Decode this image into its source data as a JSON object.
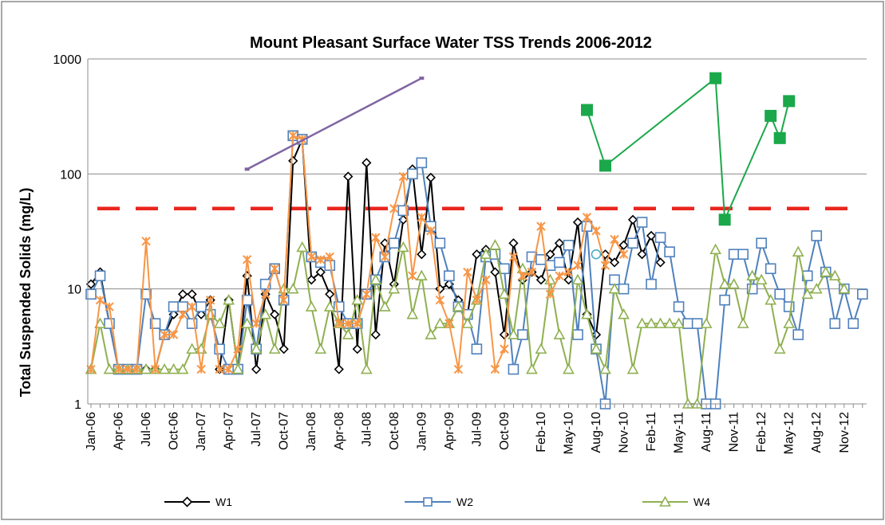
{
  "chart_data": {
    "type": "line",
    "title": "Mount Pleasant Surface Water TSS Trends 2006-2012",
    "ylabel": "Total Suspended Solids (mg/L)",
    "xlabel": "",
    "yscale": "log",
    "ylim": [
      1,
      1000
    ],
    "yticks": [
      "1",
      "10",
      "100",
      "1000"
    ],
    "yticks_values": [
      1,
      10,
      100,
      1000
    ],
    "xlim": [
      0,
      83
    ],
    "x_tick_labels": [
      "Jan-06",
      "Apr-06",
      "Jul-06",
      "Oct-06",
      "Jan-07",
      "Apr-07",
      "Jul-07",
      "Oct-07",
      "Jan-08",
      "Apr-08",
      "Jul-08",
      "Oct-08",
      "Jan-09",
      "Apr-09",
      "Jul-09",
      "Oct-09",
      "Feb-10",
      "May-10",
      "Aug-10",
      "Nov-10",
      "Feb-11",
      "May-11",
      "Aug-11",
      "Nov-11",
      "Feb-12",
      "May-12",
      "Aug-12",
      "Nov-12"
    ],
    "x_tick_positions": [
      0,
      3,
      6,
      9,
      12,
      15,
      18,
      21,
      24,
      27,
      30,
      33,
      36,
      39,
      42,
      45,
      49,
      52,
      55,
      58,
      61,
      64,
      67,
      70,
      73,
      76,
      79,
      82
    ],
    "grid": true,
    "legend": "bottom",
    "colors": {
      "w1": "#000000",
      "w2": "#4f81bd",
      "w4": "#8fb050",
      "orange": "#f79646",
      "purple": "#8064a2",
      "green": "#1aa84a",
      "threshold": "#e8261e"
    },
    "threshold": {
      "value": 50,
      "color": "#e8261e"
    },
    "series": [
      {
        "name": "W1",
        "color": "#000000",
        "marker": "diamond",
        "points": [
          [
            0,
            11
          ],
          [
            1,
            14
          ],
          [
            2,
            5
          ],
          [
            3,
            2
          ],
          [
            4,
            2
          ],
          [
            5,
            2
          ],
          [
            6,
            2
          ],
          [
            7,
            2
          ],
          [
            8,
            4
          ],
          [
            9,
            6
          ],
          [
            10,
            9
          ],
          [
            11,
            9
          ],
          [
            12,
            6
          ],
          [
            13,
            8
          ],
          [
            14,
            2
          ],
          [
            15,
            8
          ],
          [
            16,
            2
          ],
          [
            17,
            13
          ],
          [
            18,
            2
          ],
          [
            19,
            9
          ],
          [
            20,
            6
          ],
          [
            21,
            3
          ],
          [
            22,
            130
          ],
          [
            23,
            200
          ],
          [
            24,
            12
          ],
          [
            25,
            14
          ],
          [
            26,
            9
          ],
          [
            27,
            2
          ],
          [
            28,
            95
          ],
          [
            29,
            3
          ],
          [
            30,
            125
          ],
          [
            31,
            4
          ],
          [
            32,
            25
          ],
          [
            33,
            11
          ],
          [
            34,
            40
          ],
          [
            35,
            110
          ],
          [
            36,
            20
          ],
          [
            37,
            93
          ],
          [
            38,
            10
          ],
          [
            39,
            11
          ],
          [
            40,
            8
          ],
          [
            41,
            6
          ],
          [
            42,
            20
          ],
          [
            43,
            22
          ],
          [
            44,
            14
          ],
          [
            45,
            4
          ],
          [
            46,
            25
          ],
          [
            47,
            12
          ],
          [
            48,
            14
          ],
          [
            49,
            12
          ],
          [
            50,
            20
          ],
          [
            51,
            25
          ],
          [
            52,
            12
          ],
          [
            53,
            38
          ],
          [
            54,
            6
          ],
          [
            55,
            4
          ],
          [
            56,
            20
          ],
          [
            57,
            17
          ],
          [
            58,
            24
          ],
          [
            59,
            40
          ],
          [
            60,
            20
          ],
          [
            61,
            29
          ],
          [
            62,
            17
          ]
        ]
      },
      {
        "name": "W2",
        "color": "#4f81bd",
        "marker": "square",
        "points": [
          [
            0,
            9
          ],
          [
            1,
            13
          ],
          [
            2,
            5
          ],
          [
            3,
            2
          ],
          [
            4,
            2
          ],
          [
            5,
            2
          ],
          [
            6,
            9
          ],
          [
            7,
            5
          ],
          [
            8,
            4
          ],
          [
            9,
            7
          ],
          [
            10,
            7
          ],
          [
            11,
            5
          ],
          [
            12,
            7
          ],
          [
            13,
            6
          ],
          [
            14,
            3
          ],
          [
            15,
            2
          ],
          [
            16,
            2
          ],
          [
            17,
            8
          ],
          [
            18,
            3
          ],
          [
            19,
            11
          ],
          [
            20,
            15
          ],
          [
            21,
            8
          ],
          [
            22,
            215
          ],
          [
            23,
            200
          ],
          [
            24,
            19
          ],
          [
            25,
            17
          ],
          [
            26,
            16
          ],
          [
            27,
            7
          ],
          [
            28,
            5
          ],
          [
            29,
            5
          ],
          [
            30,
            9
          ],
          [
            31,
            12
          ],
          [
            32,
            19
          ],
          [
            33,
            25
          ],
          [
            34,
            48
          ],
          [
            35,
            100
          ],
          [
            36,
            125
          ],
          [
            37,
            35
          ],
          [
            38,
            25
          ],
          [
            39,
            13
          ],
          [
            40,
            7
          ],
          [
            41,
            6
          ],
          [
            42,
            3
          ],
          [
            43,
            19
          ],
          [
            44,
            20
          ],
          [
            45,
            15
          ],
          [
            46,
            2
          ],
          [
            47,
            4
          ],
          [
            48,
            19
          ],
          [
            49,
            18
          ],
          [
            50,
            16
          ],
          [
            51,
            17
          ],
          [
            52,
            24
          ],
          [
            53,
            4
          ],
          [
            54,
            35
          ],
          [
            55,
            3
          ],
          [
            56,
            1
          ],
          [
            57,
            12
          ],
          [
            58,
            10
          ],
          [
            59,
            25
          ],
          [
            60,
            38
          ],
          [
            61,
            11
          ],
          [
            62,
            28
          ],
          [
            63,
            21
          ],
          [
            64,
            7
          ],
          [
            65,
            5
          ],
          [
            66,
            5
          ],
          [
            67,
            1
          ],
          [
            68,
            1
          ],
          [
            69,
            8
          ],
          [
            70,
            20
          ],
          [
            71,
            20
          ],
          [
            72,
            10
          ],
          [
            73,
            25
          ],
          [
            74,
            15
          ],
          [
            75,
            9
          ],
          [
            76,
            7
          ],
          [
            77,
            4
          ],
          [
            78,
            13
          ],
          [
            79,
            29
          ],
          [
            80,
            14
          ],
          [
            81,
            5
          ],
          [
            82,
            10
          ],
          [
            83,
            5
          ],
          [
            84,
            9
          ]
        ]
      },
      {
        "name": "W4",
        "color": "#8fb050",
        "marker": "triangle",
        "points": [
          [
            0,
            2
          ],
          [
            1,
            5
          ],
          [
            2,
            2
          ],
          [
            3,
            2
          ],
          [
            4,
            2
          ],
          [
            5,
            2
          ],
          [
            6,
            2
          ],
          [
            7,
            2
          ],
          [
            8,
            2
          ],
          [
            9,
            2
          ],
          [
            10,
            2
          ],
          [
            11,
            3
          ],
          [
            12,
            3
          ],
          [
            13,
            6
          ],
          [
            14,
            5
          ],
          [
            15,
            8
          ],
          [
            16,
            2
          ],
          [
            17,
            5
          ],
          [
            18,
            3
          ],
          [
            19,
            6
          ],
          [
            20,
            3
          ],
          [
            21,
            10
          ],
          [
            22,
            10
          ],
          [
            23,
            23
          ],
          [
            24,
            7
          ],
          [
            25,
            3
          ],
          [
            26,
            7
          ],
          [
            27,
            5
          ],
          [
            28,
            4
          ],
          [
            29,
            8
          ],
          [
            30,
            2
          ],
          [
            31,
            12
          ],
          [
            32,
            7
          ],
          [
            33,
            10
          ],
          [
            34,
            23
          ],
          [
            35,
            6
          ],
          [
            36,
            13
          ],
          [
            37,
            4
          ],
          [
            38,
            5
          ],
          [
            39,
            5
          ],
          [
            40,
            7
          ],
          [
            41,
            5
          ],
          [
            42,
            8
          ],
          [
            43,
            20
          ],
          [
            44,
            24
          ],
          [
            45,
            9
          ],
          [
            46,
            4
          ],
          [
            47,
            15
          ],
          [
            48,
            2
          ],
          [
            49,
            3
          ],
          [
            50,
            12
          ],
          [
            51,
            4
          ],
          [
            52,
            2
          ],
          [
            53,
            12
          ],
          [
            54,
            6
          ],
          [
            55,
            3
          ],
          [
            56,
            2
          ],
          [
            57,
            10
          ],
          [
            58,
            6
          ],
          [
            59,
            2
          ],
          [
            60,
            5
          ],
          [
            61,
            5
          ],
          [
            62,
            5
          ],
          [
            63,
            5
          ],
          [
            64,
            5
          ],
          [
            65,
            1
          ],
          [
            66,
            1
          ],
          [
            67,
            5
          ],
          [
            68,
            22
          ],
          [
            69,
            11
          ],
          [
            70,
            11
          ],
          [
            71,
            5
          ],
          [
            72,
            13
          ],
          [
            73,
            12
          ],
          [
            74,
            8
          ],
          [
            75,
            3
          ],
          [
            76,
            5
          ],
          [
            77,
            21
          ],
          [
            78,
            9
          ],
          [
            79,
            10
          ],
          [
            80,
            14
          ],
          [
            81,
            13
          ],
          [
            82,
            10
          ]
        ]
      },
      {
        "name": "",
        "color": "#f79646",
        "marker": "asterisk",
        "points": [
          [
            0,
            2
          ],
          [
            1,
            8
          ],
          [
            2,
            7
          ],
          [
            3,
            2
          ],
          [
            4,
            2
          ],
          [
            5,
            2
          ],
          [
            6,
            26
          ],
          [
            7,
            2
          ],
          [
            8,
            4
          ],
          [
            9,
            4
          ],
          [
            10,
            6
          ],
          [
            11,
            7
          ],
          [
            12,
            2
          ],
          [
            13,
            8
          ],
          [
            14,
            2
          ],
          [
            15,
            2
          ],
          [
            16,
            3
          ],
          [
            17,
            18
          ],
          [
            18,
            5
          ],
          [
            19,
            9
          ],
          [
            20,
            15
          ],
          [
            21,
            8
          ],
          [
            22,
            215
          ],
          [
            23,
            200
          ],
          [
            24,
            19
          ],
          [
            25,
            18
          ],
          [
            26,
            19
          ],
          [
            27,
            5
          ],
          [
            28,
            5
          ],
          [
            29,
            5
          ],
          [
            30,
            9
          ],
          [
            31,
            28
          ],
          [
            32,
            19
          ],
          [
            33,
            50
          ],
          [
            34,
            95
          ],
          [
            35,
            13
          ],
          [
            36,
            42
          ],
          [
            37,
            32
          ],
          [
            38,
            8
          ],
          [
            39,
            5
          ],
          [
            40,
            2
          ],
          [
            41,
            14
          ],
          [
            42,
            8
          ],
          [
            43,
            12
          ],
          [
            44,
            2
          ],
          [
            45,
            3
          ],
          [
            46,
            19
          ],
          [
            47,
            13
          ],
          [
            48,
            14
          ],
          [
            49,
            35
          ],
          [
            50,
            9
          ],
          [
            51,
            13
          ],
          [
            52,
            14
          ],
          [
            53,
            16
          ],
          [
            54,
            42
          ],
          [
            55,
            32
          ],
          [
            56,
            16
          ],
          [
            57,
            27
          ],
          [
            58,
            20
          ]
        ]
      },
      {
        "name": "",
        "color": "#8064a2",
        "marker": "none",
        "points": [
          [
            17,
            110
          ],
          [
            36,
            680
          ]
        ]
      },
      {
        "name": "",
        "color": "#1aa84a",
        "marker": "filled-square",
        "points": [
          [
            54,
            360
          ],
          [
            56,
            118
          ],
          [
            68,
            680
          ],
          [
            69,
            40
          ],
          [
            74,
            320
          ],
          [
            75,
            205
          ],
          [
            76,
            430
          ]
        ]
      }
    ],
    "isolated_points": [
      {
        "x": 55,
        "y": 20,
        "marker": "circle",
        "color": "#4bacc6"
      }
    ]
  },
  "legend": {
    "w1": "W1",
    "w2": "W2",
    "w4": "W4"
  }
}
